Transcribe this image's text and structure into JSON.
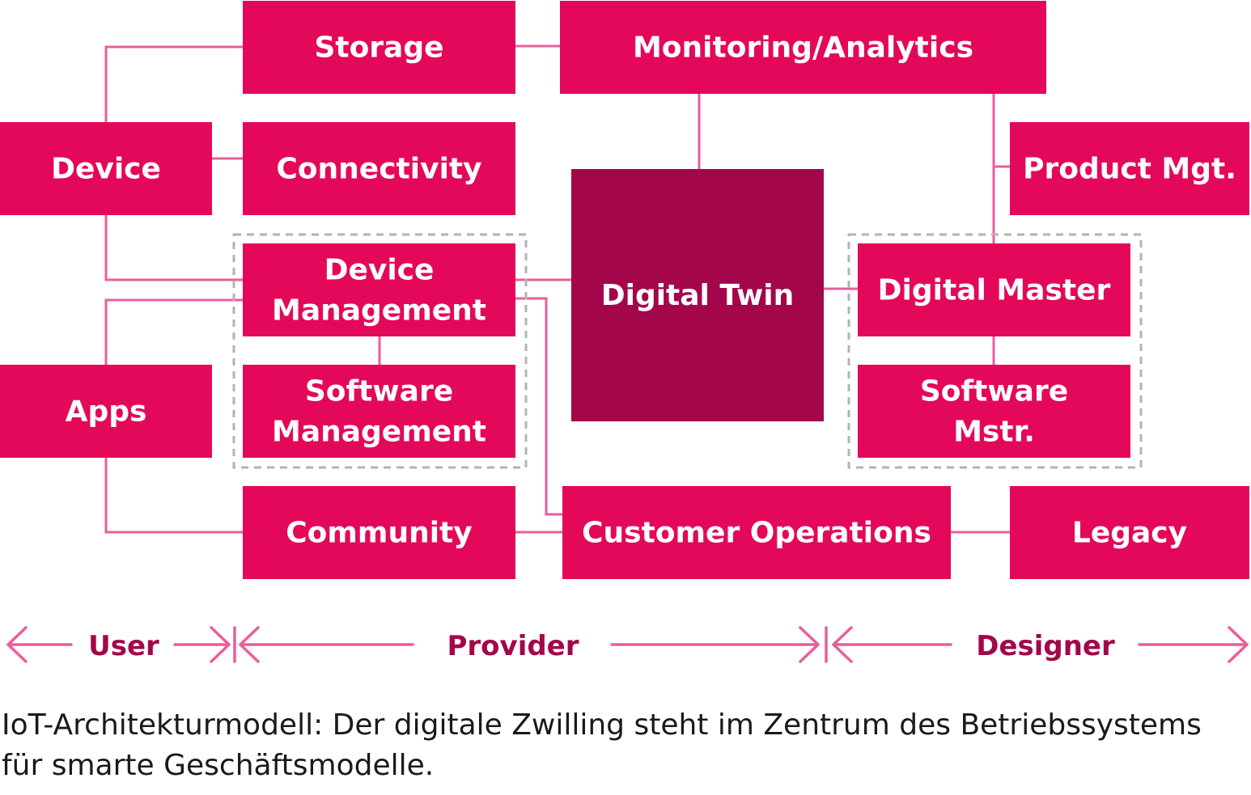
{
  "colors": {
    "box": "#e4085a",
    "center": "#a3064a",
    "connector": "#ea5d9d",
    "group_border": "#b3b3b3",
    "role_text": "#a3064a",
    "arrow": "#ea5d9d"
  },
  "boxes": {
    "storage": {
      "lines": [
        "Storage"
      ]
    },
    "monitoring": {
      "lines": [
        "Monitoring/Analytics"
      ]
    },
    "device": {
      "lines": [
        "Device"
      ]
    },
    "connectivity": {
      "lines": [
        "Connectivity"
      ]
    },
    "product_mgt": {
      "lines": [
        "Product Mgt."
      ]
    },
    "device_management": {
      "lines": [
        "Device",
        "Management"
      ]
    },
    "digital_twin": {
      "lines": [
        "Digital Twin"
      ]
    },
    "digital_master": {
      "lines": [
        "Digital Master"
      ]
    },
    "apps": {
      "lines": [
        "Apps"
      ]
    },
    "software_management": {
      "lines": [
        "Software",
        "Management"
      ]
    },
    "software_mstr": {
      "lines": [
        "Software",
        "Mstr."
      ]
    },
    "community": {
      "lines": [
        "Community"
      ]
    },
    "customer_operations": {
      "lines": [
        "Customer Operations"
      ]
    },
    "legacy": {
      "lines": [
        "Legacy"
      ]
    }
  },
  "roles": {
    "user": "User",
    "provider": "Provider",
    "designer": "Designer"
  },
  "caption": "IoT-Architekturmodell: Der digitale Zwilling steht im Zentrum des Betriebssystems für smarte Geschäftsmodelle."
}
